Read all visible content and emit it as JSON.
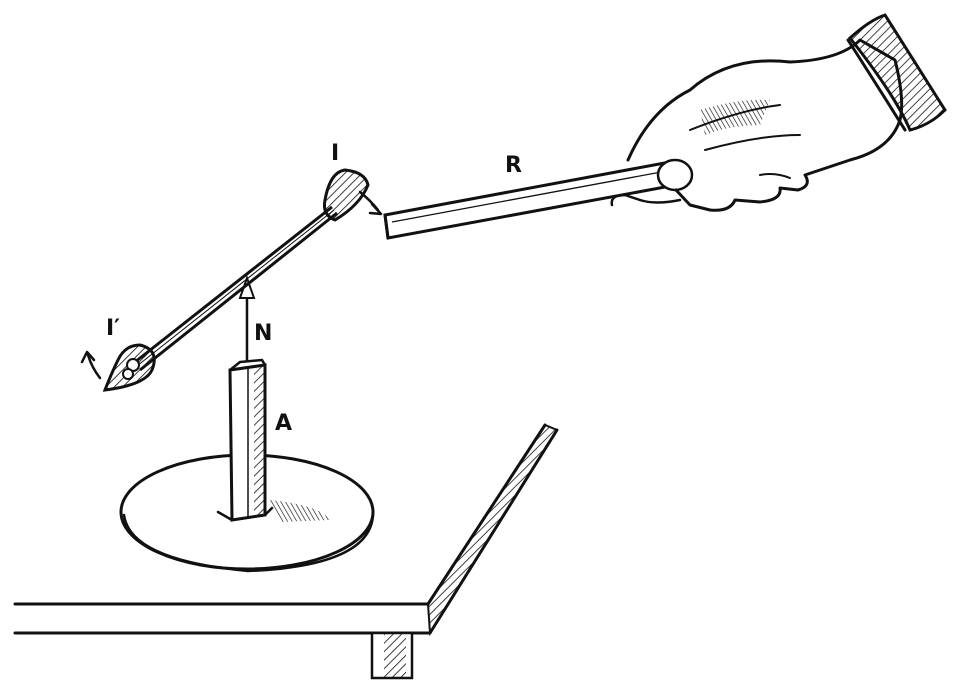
{
  "labels": {
    "rod": "R",
    "pivot_end": "I",
    "other_end": "I′",
    "needle": "N",
    "stand": "A"
  },
  "colors": {
    "ink": "#111111",
    "paper": "#ffffff"
  }
}
